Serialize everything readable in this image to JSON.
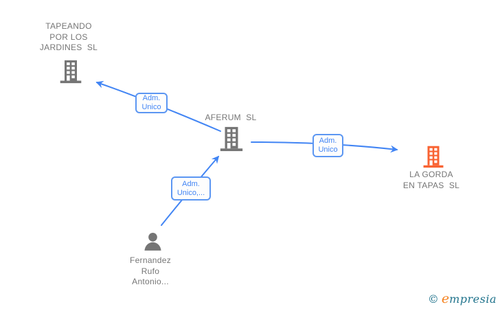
{
  "diagram": {
    "type": "corporate-relationship-graph",
    "colors": {
      "company_icon_gray": "#757575",
      "company_icon_orange": "#f96332",
      "node_text_gray": "#757575",
      "edge_blue": "#4285f4",
      "edge_label_text": "#4285f4",
      "watermark_teal": "#20738c",
      "watermark_orange": "#f5821f"
    },
    "nodes": {
      "tapeando": {
        "kind": "company",
        "lines": [
          "TAPEANDO",
          "POR LOS",
          "JARDINES  SL"
        ]
      },
      "aferum": {
        "kind": "company",
        "lines": [
          "AFERUM  SL"
        ]
      },
      "lagorda": {
        "kind": "company",
        "lines": [
          "LA GORDA",
          "EN TAPAS  SL"
        ]
      },
      "fernandez": {
        "kind": "person",
        "lines": [
          "Fernandez",
          "Rufo",
          "Antonio..."
        ]
      }
    },
    "edges": [
      {
        "from": "aferum",
        "to": "tapeando",
        "label_lines": [
          "Adm.",
          "Unico"
        ]
      },
      {
        "from": "aferum",
        "to": "lagorda",
        "label_lines": [
          "Adm.",
          "Unico"
        ]
      },
      {
        "from": "fernandez",
        "to": "aferum",
        "label_lines": [
          "Adm.",
          "Unico,..."
        ]
      }
    ],
    "watermark": {
      "copyright": "©",
      "brand_first_letter": "e",
      "brand_rest": "mpresia"
    }
  }
}
